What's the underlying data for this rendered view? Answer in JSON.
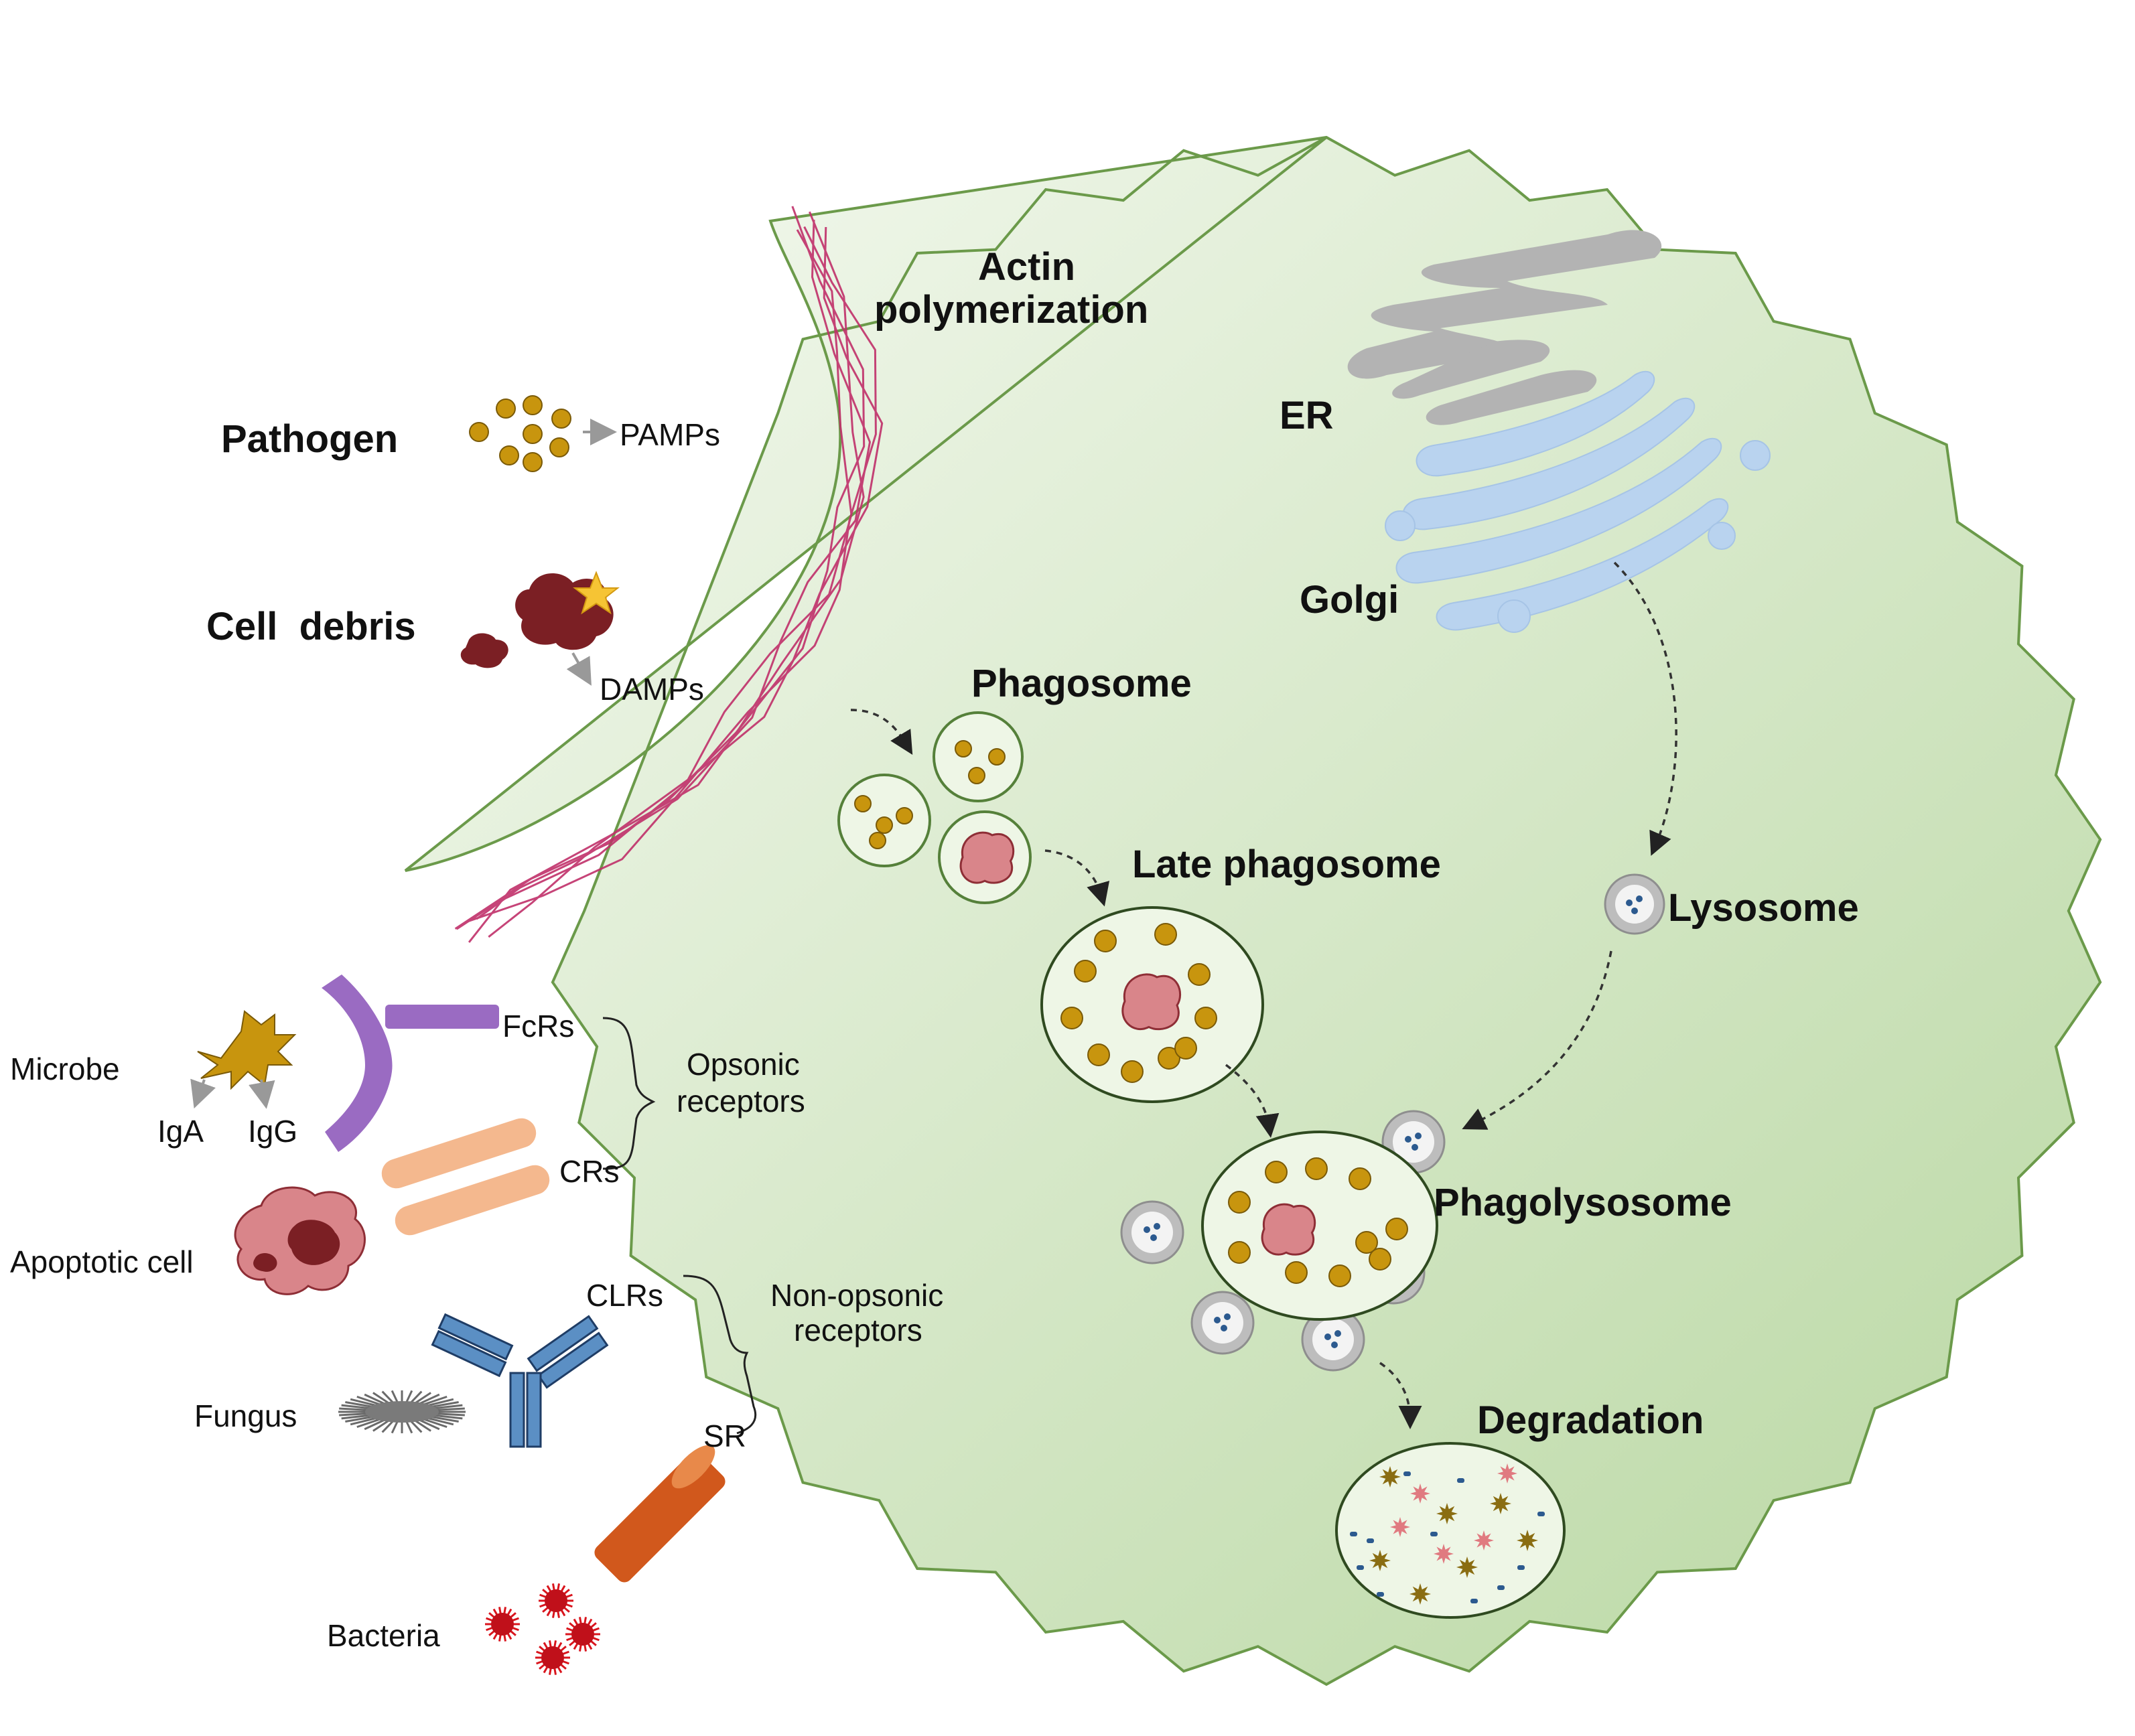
{
  "labels": {
    "actin": [
      "Actin",
      "polymerization"
    ],
    "er": "ER",
    "golgi": "Golgi",
    "pathogen": "Pathogen",
    "pamps": "PAMPs",
    "cell_debris": "Cell  debris",
    "damps": "DAMPs",
    "phagosome": "Phagosome",
    "late_phagosome": "Late phagosome",
    "lysosome": "Lysosome",
    "phagolysosome": "Phagolysosome",
    "degradation": "Degradation",
    "microbe": "Microbe",
    "iga": "IgA",
    "igg": "IgG",
    "fcrs": "FcRs",
    "crs": "CRs",
    "opsonic": [
      "Opsonic",
      "receptors"
    ],
    "apoptotic_cell": "Apoptotic cell",
    "clrs": "CLRs",
    "non_opsonic": [
      "Non-opsonic",
      "receptors"
    ],
    "fungus": "Fungus",
    "sr": "SR",
    "bacteria": "Bacteria"
  },
  "colors": {
    "cell_fill_light": "#f1f7ec",
    "cell_fill_dark": "#bcd9a6",
    "cell_stroke": "#6b9a4a",
    "actin": "#c0306a",
    "er": "#b3b3b3",
    "golgi": "#b9d3ef",
    "pathogen_dot": "#c8950e",
    "debris": "#7b1f24",
    "apoptotic": "#d9858a",
    "fcr": "#9a6bc2",
    "cr": "#f4b88e",
    "clr": "#5b8fc4",
    "sr": "#d1581c",
    "bacteria": "#d9141c",
    "lysosome": "#9e9e9e"
  },
  "icons": [
    "star-icon",
    "fungus-icon",
    "microbe-icon",
    "bacteria-icon"
  ]
}
